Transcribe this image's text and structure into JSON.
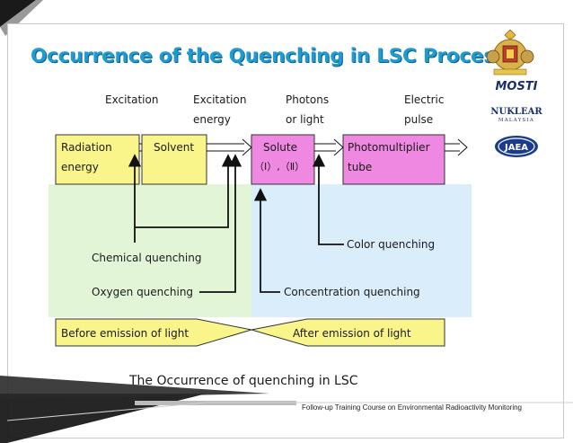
{
  "slide": {
    "title": "Occurrence of the Quenching in LSC Process",
    "footer": "Follow-up Training Course on Environmental Radioactivity Monitoring"
  },
  "logos": {
    "mosti": "MOSTI",
    "nuklear": "NUKLEAR",
    "nuklear_sub": "MALAYSIA",
    "jaea": "JAEA"
  },
  "diagram": {
    "top_labels": {
      "excitation": "Excitation",
      "excitation_energy_1": "Excitation",
      "excitation_energy_2": "energy",
      "photons_1": "Photons",
      "photons_2": "or light",
      "electric_1": "Electric",
      "electric_2": "pulse"
    },
    "boxes": {
      "radiation_1": "Radiation",
      "radiation_2": "energy",
      "solvent": "Solvent",
      "solute_1": "Solute",
      "solute_2": "（Ⅰ）,（Ⅱ）",
      "pmt_1": "Photomultiplier",
      "pmt_2": "tube"
    },
    "quench_labels": {
      "color": "Color quenching",
      "chemical": "Chemical quenching",
      "oxygen": "Oxygen quenching",
      "concentration": "Concentration quenching"
    },
    "phase_labels": {
      "before": "Before emission of light",
      "after": "After emission of light"
    },
    "caption": "The Occurrence of quenching in LSC"
  },
  "colors": {
    "title_blue": "#1f9bd0",
    "yellow_box": "#faf58a",
    "magenta_box": "#ee88e0",
    "green_bg": "#e3f5d7",
    "blue_bg": "#d9eefa"
  }
}
